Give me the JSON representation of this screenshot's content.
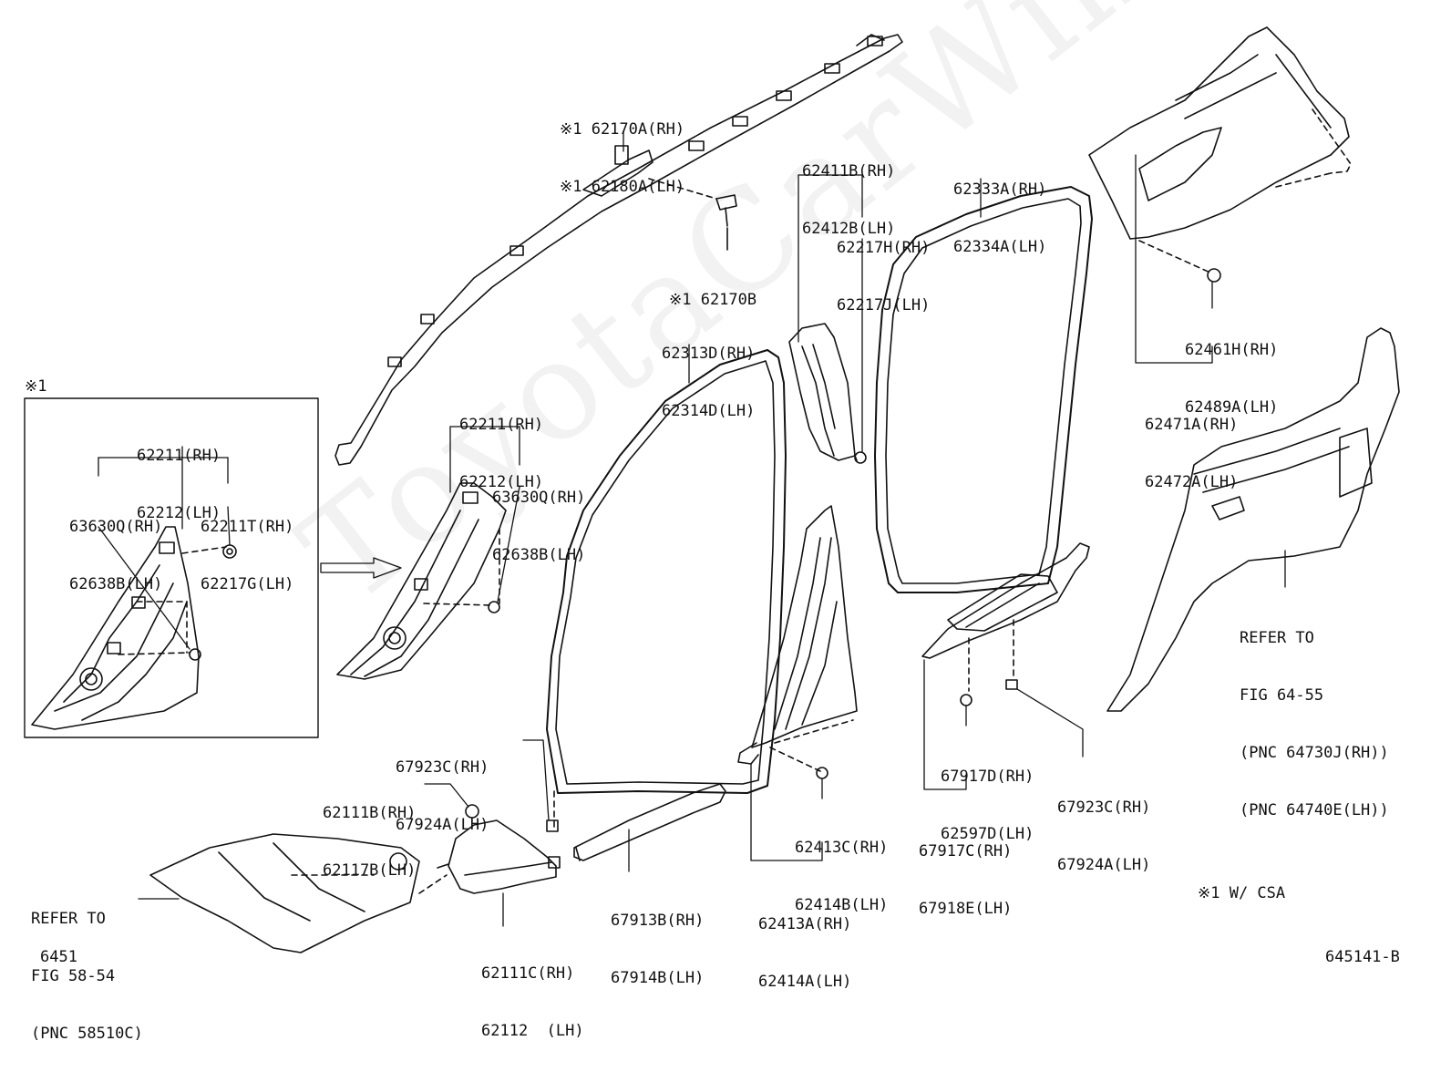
{
  "watermark": "ToyotaCarWinner",
  "figure_code": "6451",
  "drawing_number": "645141-B",
  "csa_marker": "※1",
  "note": "※1 W/ CSA",
  "callouts": {
    "roof_rail_trim": [
      "※1 62170A(RH)",
      "※1 62180A(LH)"
    ],
    "roof_clip": [
      "※1 62170B"
    ],
    "center_pillar_upper": [
      "62411B(RH)",
      "62412B(LH)"
    ],
    "center_pillar_clip": [
      "62217H(RH)",
      "62217J(LH)"
    ],
    "rear_weatherstrip": [
      "62333A(RH)",
      "62334A(LH)"
    ],
    "front_weatherstrip": [
      "62313D(RH)",
      "62314D(LH)"
    ],
    "front_pillar": [
      "62211(RH)",
      "62212(LH)"
    ],
    "front_pillar_clip": [
      "63630Q(RH)",
      "62638B(LH)"
    ],
    "inset_front_pillar": [
      "62211(RH)",
      "62212(LH)"
    ],
    "inset_clip_a": [
      "63630Q(RH)",
      "62638B(LH)"
    ],
    "inset_clip_b": [
      "62211T(RH)",
      "62217G(LH)"
    ],
    "quarter_clip": [
      "62461H(RH)",
      "62489A(LH)"
    ],
    "quarter_trim": [
      "62471A(RH)",
      "62472A(LH)"
    ],
    "refer_64_55": [
      "REFER TO",
      "FIG 64-55",
      "(PNC 64730J(RH))",
      "(PNC 64740E(LH))"
    ],
    "cowl_clip": [
      "67923C(RH)",
      "67924A(LH)"
    ],
    "cowl_side_clip": [
      "62111B(RH)",
      "62117B(LH)"
    ],
    "cowl_side_trim": [
      "62111C(RH)",
      "62112  (LH)"
    ],
    "front_scuff": [
      "67913B(RH)",
      "67914B(LH)"
    ],
    "center_pillar_lower_clip": [
      "62413C(RH)",
      "62414B(LH)"
    ],
    "center_pillar_lower": [
      "62413A(RH)",
      "62414A(LH)"
    ],
    "rear_scuff_clip": [
      "67917D(RH)",
      "62597D(LH)"
    ],
    "rear_scuff": [
      "67917C(RH)",
      "67918E(LH)"
    ],
    "rear_scuff_side_clip": [
      "67923C(RH)",
      "67924A(LH)"
    ],
    "refer_58_54": [
      "REFER TO",
      "FIG 58-54",
      "(PNC 58510C)"
    ]
  }
}
